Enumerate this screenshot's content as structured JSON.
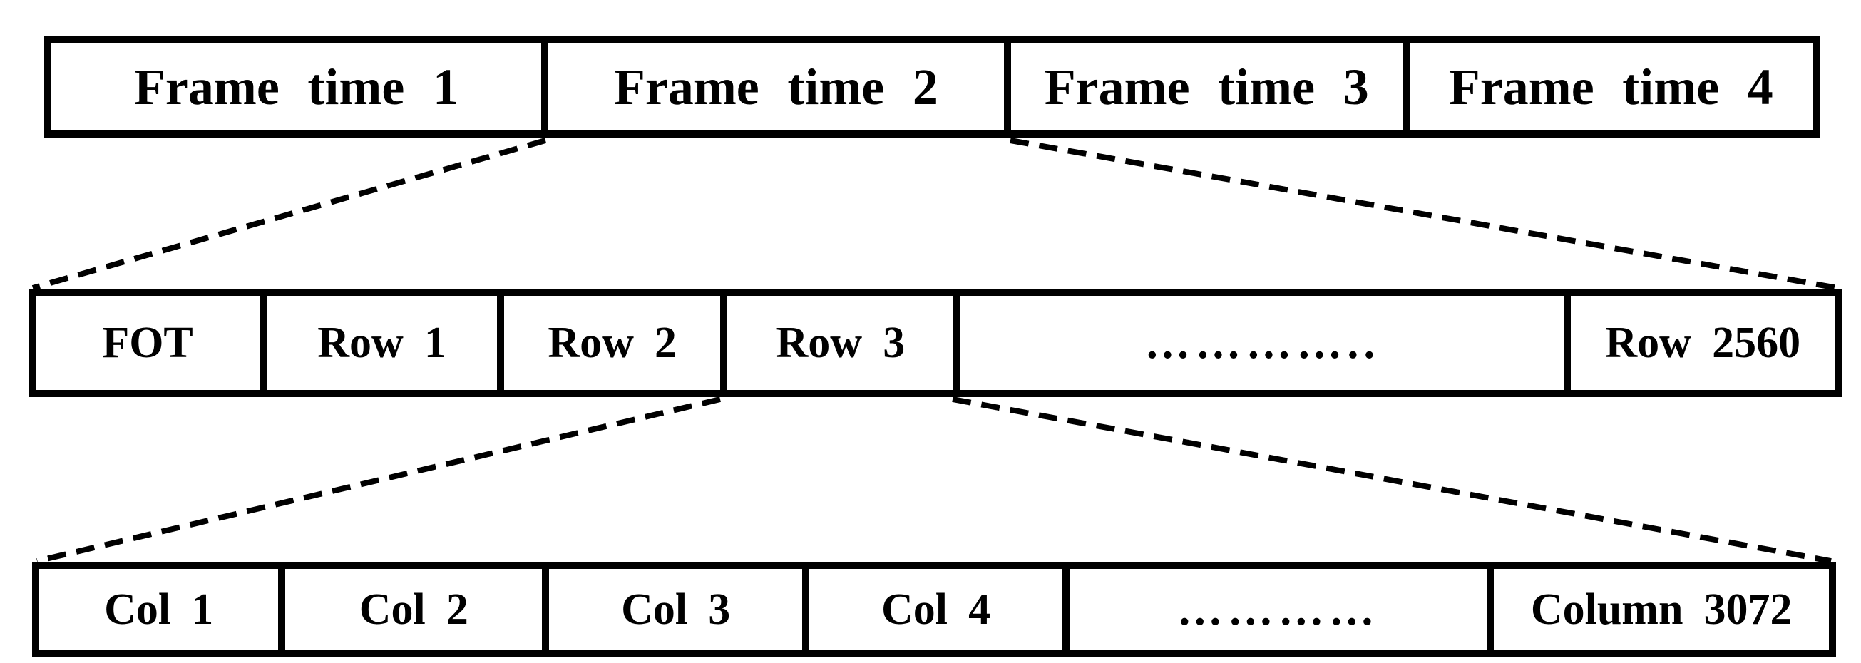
{
  "diagram": {
    "frame_row": {
      "cells": [
        {
          "label": "Frame time 1"
        },
        {
          "label": "Frame time 2"
        },
        {
          "label": "Frame time 3"
        },
        {
          "label": "Frame time 4"
        }
      ]
    },
    "row_sequence": {
      "cells": [
        {
          "label": "FOT"
        },
        {
          "label": "Row 1"
        },
        {
          "label": "Row 2"
        },
        {
          "label": "Row 3"
        },
        {
          "label": "………….."
        },
        {
          "label": "Row 2560"
        }
      ]
    },
    "col_sequence": {
      "cells": [
        {
          "label": "Col 1"
        },
        {
          "label": "Col 2"
        },
        {
          "label": "Col 3"
        },
        {
          "label": "Col 4"
        },
        {
          "label": "…………"
        },
        {
          "label": "Column 3072"
        }
      ]
    },
    "colors": {
      "ink": "#000000",
      "background": "#ffffff"
    }
  }
}
